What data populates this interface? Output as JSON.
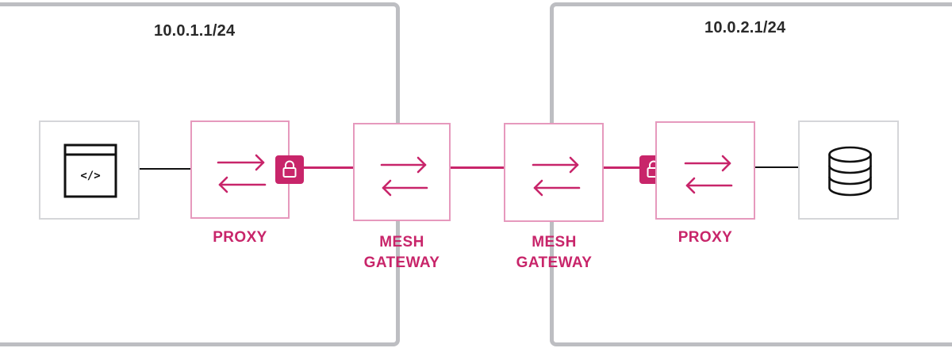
{
  "colors": {
    "accent": "#c8256a",
    "accent_light": "#e699bd",
    "region_border": "#bdbec2",
    "node_border": "#d5d6d9",
    "line_dark": "#111111"
  },
  "regions": [
    {
      "subnet": "10.0.1.1/24"
    },
    {
      "subnet": "10.0.2.1/24"
    }
  ],
  "nodes": {
    "app": {
      "icon": "code-window-icon"
    },
    "proxy_left": {
      "icon": "exchange-arrows-icon",
      "label": "PROXY"
    },
    "gateway_left": {
      "icon": "exchange-arrows-icon",
      "label_line1": "MESH",
      "label_line2": "GATEWAY"
    },
    "gateway_right": {
      "icon": "exchange-arrows-icon",
      "label_line1": "MESH",
      "label_line2": "GATEWAY"
    },
    "proxy_right": {
      "icon": "exchange-arrows-icon",
      "label": "PROXY"
    },
    "database": {
      "icon": "database-icon"
    }
  },
  "locks": [
    {
      "icon": "lock-icon"
    },
    {
      "icon": "lock-icon"
    }
  ]
}
